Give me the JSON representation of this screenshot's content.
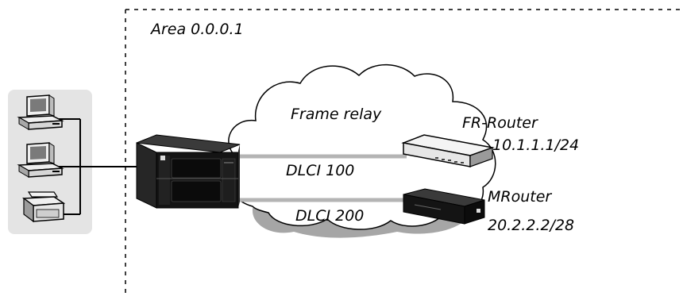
{
  "area": {
    "label": "Area 0.0.0.1"
  },
  "cloud": {
    "label": "Frame relay"
  },
  "links": [
    {
      "label": "DLCI 100"
    },
    {
      "label": "DLCI 200"
    }
  ],
  "routers": [
    {
      "name": "FR-Router",
      "ip": "10.1.1.1/24"
    },
    {
      "name": "MRouter",
      "ip": "20.2.2.2/28"
    }
  ],
  "icons": {
    "workstation_1": "desktop-computer-icon",
    "workstation_2": "desktop-computer-icon",
    "printer": "printer-icon",
    "switch": "switch-chassis-icon",
    "fr_router": "router-icon",
    "mrouter": "router-icon"
  },
  "colors": {
    "host_panel": "#e4e4e4",
    "link": "#b4b4b4",
    "cloud_shadow": "#a6a6a6",
    "device_dark": "#141414"
  }
}
